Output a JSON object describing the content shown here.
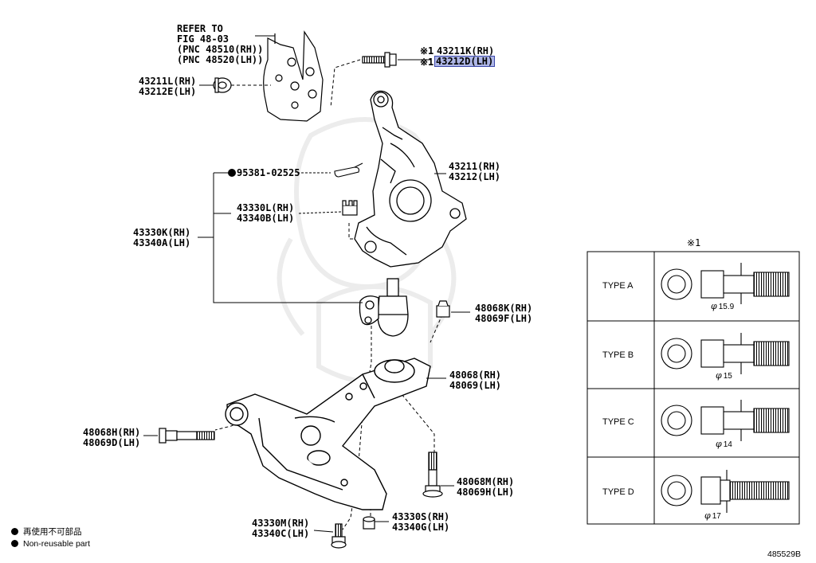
{
  "labels": {
    "refer": [
      "REFER TO",
      "FIG 48-03",
      "(PNC 48510(RH))",
      "(PNC 48520(LH))"
    ],
    "mark_1a": "※1",
    "mark_1b": "※1",
    "bolt_rh": "43211K(RH)",
    "bolt_lh": "43212D(LH)",
    "nut_rh": "43211L(RH)",
    "nut_lh": "43212E(LH)",
    "pin": "95381-02525",
    "knuckle_rh": "43211(RH)",
    "knuckle_lh": "43212(LH)",
    "bj_nut_rh": "43330L(RH)",
    "bj_nut_lh": "43340B(LH)",
    "balljoint_rh": "43330K(RH)",
    "balljoint_lh": "43340A(LH)",
    "arm_nut_rh": "48068K(RH)",
    "arm_nut_lh": "48069F(LH)",
    "arm_rh": "48068(RH)",
    "arm_lh": "48069(LH)",
    "front_bolt_rh": "48068H(RH)",
    "front_bolt_lh": "48069D(LH)",
    "rear_bolt_rh": "48068M(RH)",
    "rear_bolt_lh": "48069H(LH)",
    "bj_bolt_rh": "43330M(RH)",
    "bj_bolt_lh": "43340C(LH)",
    "bj_nut2_rh": "43330S(RH)",
    "bj_nut2_lh": "43340G(LH)"
  },
  "highlighted_part": "43212D(LH)",
  "legend": {
    "japanese": "再使用不可部品",
    "english": "Non-reusable part"
  },
  "table": {
    "title": "※1",
    "rows": [
      {
        "type": "TYPE A",
        "diameter": "15.9"
      },
      {
        "type": "TYPE B",
        "diameter": "15"
      },
      {
        "type": "TYPE C",
        "diameter": "14"
      },
      {
        "type": "TYPE D",
        "diameter": "17"
      }
    ],
    "phi": "φ"
  },
  "doc_id": "485529B",
  "colors": {
    "highlight": "#aeb6e6",
    "line": "#000000"
  }
}
